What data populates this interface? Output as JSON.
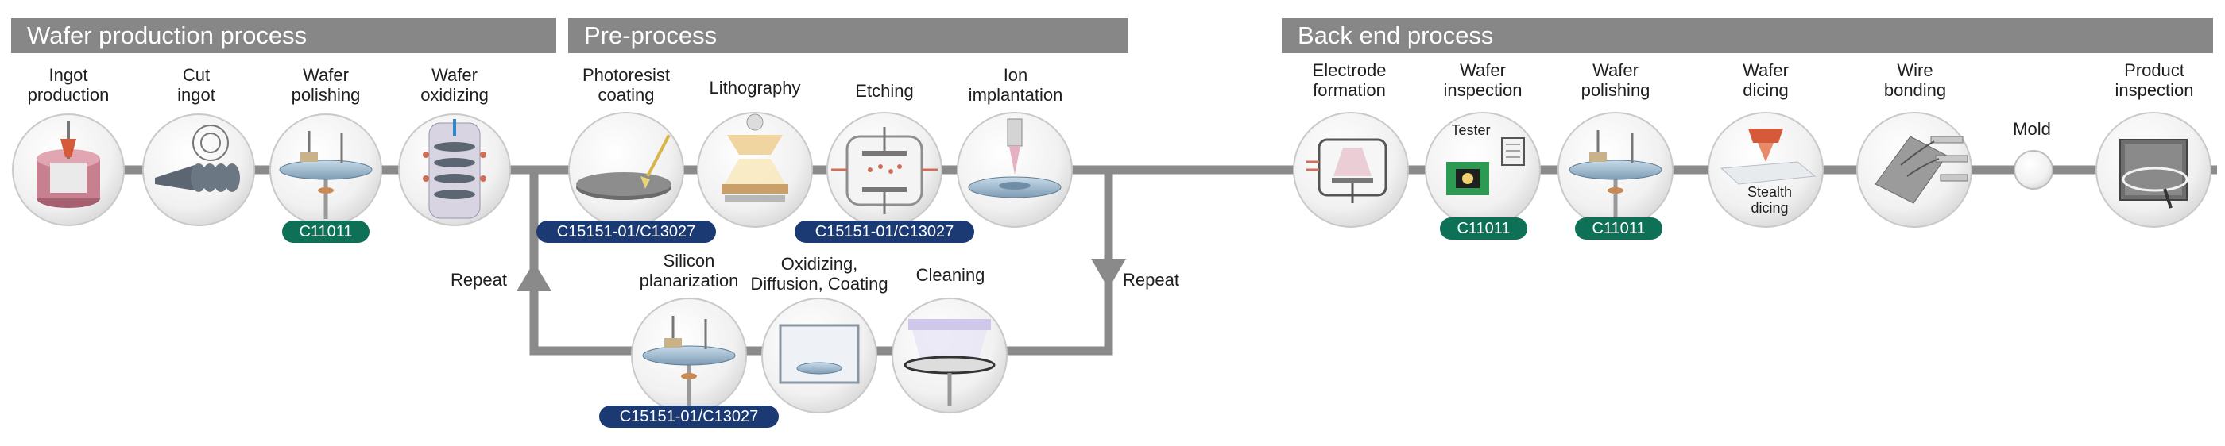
{
  "sections": {
    "wafer_production": "Wafer production process",
    "pre_process": "Pre-process",
    "back_end": "Back end process"
  },
  "steps": {
    "ingot_production": "Ingot\nproduction",
    "cut_ingot": "Cut\ningot",
    "wafer_polishing_1": "Wafer\npolishing",
    "wafer_oxidizing": "Wafer\noxidizing",
    "photoresist_coating": "Photoresist\ncoating",
    "lithography": "Lithography",
    "etching": "Etching",
    "ion_implantation": "Ion\nimplantation",
    "silicon_planarization": "Silicon\nplanarization",
    "oxidizing_diffusion_coating": "Oxidizing,\nDiffusion, Coating",
    "cleaning": "Cleaning",
    "electrode_formation": "Electrode\nformation",
    "wafer_inspection": "Wafer\ninspection",
    "wafer_polishing_2": "Wafer\npolishing",
    "wafer_dicing": "Wafer\ndicing",
    "wire_bonding": "Wire\nbonding",
    "mold": "Mold",
    "product_inspection": "Product\ninspection"
  },
  "badges": {
    "polishing_1": "C11011",
    "photoresist": "C15151-01/C13027",
    "etching": "C15151-01/C13027",
    "planarization": "C15151-01/C13027",
    "inspection": "C11011",
    "polishing_2": "C11011"
  },
  "loop": {
    "repeat_left": "Repeat",
    "repeat_right": "Repeat"
  },
  "inner_text": {
    "tester": "Tester",
    "stealth_dicing": "Stealth\ndicing"
  },
  "colors": {
    "header": "#878787",
    "badge_green": "#0f7058",
    "badge_blue": "#1b3a73",
    "flow_line": "#8a8a8a"
  }
}
